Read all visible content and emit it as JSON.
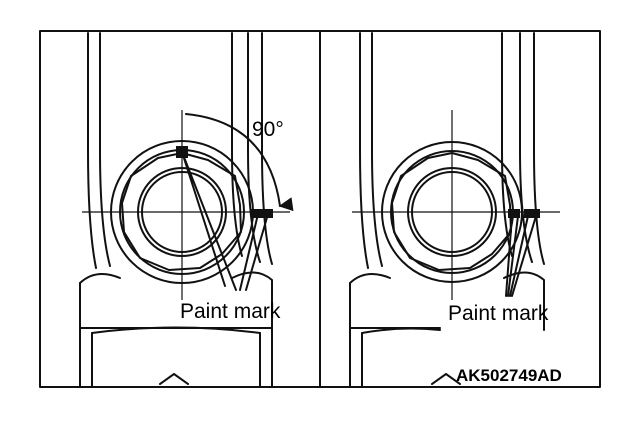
{
  "left_panel": {
    "angle_label": "90°",
    "paint_mark_label": "Paint mark"
  },
  "right_panel": {
    "paint_mark_label": "Paint mark"
  },
  "figure_code": "AK502749AD"
}
